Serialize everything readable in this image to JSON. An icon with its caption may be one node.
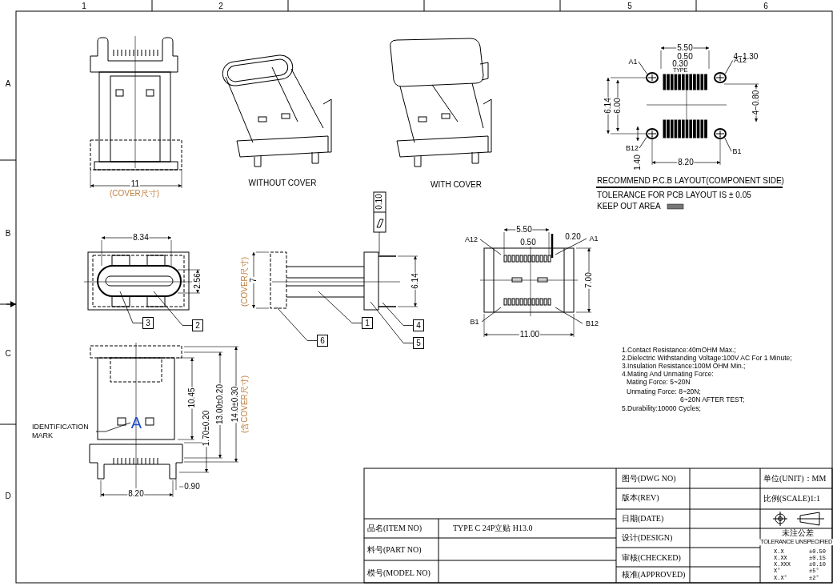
{
  "diagram": {
    "nodes": [
      {
        "text": [
          "3"
        ]
      },
      {
        "text": [
          "2"
        ]
      },
      {
        "text": [
          "1"
        ]
      },
      {
        "text": [
          "4"
        ]
      },
      {
        "text": [
          "5"
        ]
      },
      {
        "text": [
          "6"
        ]
      },
      {
        "text": [
          "IDENTIFICATION MARK"
        ]
      },
      {
        "text": [
          "A1"
        ]
      },
      {
        "text": [
          "A12"
        ]
      },
      {
        "text": [
          "B12"
        ]
      },
      {
        "text": [
          "B1"
        ]
      },
      {
        "text": [
          "A12"
        ]
      },
      {
        "text": [
          "A1"
        ]
      },
      {
        "text": [
          "B1"
        ]
      },
      {
        "text": [
          "B12"
        ]
      },
      {
        "text": [
          "A"
        ]
      },
      {
        "text": [],
        "shape": "circle"
      },
      {
        "text": [],
        "shape": "circle"
      },
      {
        "text": [],
        "shape": "circle"
      },
      {
        "text": [],
        "shape": "circle"
      }
    ],
    "edges": [
      {
        "from": 0,
        "to": null,
        "arrow": "none"
      },
      {
        "from": 1,
        "to": null,
        "arrow": "none"
      },
      {
        "from": 2,
        "to": null,
        "arrow": "none"
      },
      {
        "from": 3,
        "to": null,
        "arrow": "none"
      },
      {
        "from": 4,
        "to": null,
        "arrow": "none"
      },
      {
        "from": 5,
        "to": null,
        "arrow": "none"
      },
      {
        "from": 6,
        "to": 15,
        "arrow": "none"
      },
      {
        "from": 7,
        "to": 16,
        "arrow": "none"
      },
      {
        "from": 8,
        "to": 17,
        "arrow": "none"
      },
      {
        "from": 9,
        "to": 18,
        "arrow": "none"
      },
      {
        "from": 10,
        "to": 19,
        "arrow": "none"
      },
      {
        "from": 11,
        "to": null,
        "arrow": "none"
      },
      {
        "from": 12,
        "to": null,
        "arrow": "none"
      },
      {
        "from": 13,
        "to": null,
        "arrow": "none"
      },
      {
        "from": 14,
        "to": null,
        "arrow": "none"
      }
    ],
    "labels": [
      "1",
      "2",
      "5",
      "6",
      "A",
      "B",
      "C",
      "D",
      "11",
      "(COVER尺寸)",
      "WITHOUT COVER",
      "WITH COVER",
      "5.50",
      "0.50",
      "0.30",
      "TYPE",
      "4−1.30",
      "6.14",
      "6.00",
      "4−0.80",
      "1.40",
      "8.20",
      "RECOMMEND P.C.B LAYOUT(COMPONENT SIDE)",
      "TOLERANCE FOR PCB LAYOUT IS ± 0.05",
      "KEEP OUT AREA",
      "8.34",
      "2.56",
      "0.10",
      "(COVER尺寸)",
      "7",
      "6.14",
      "5.50",
      "0.50",
      "0.20",
      "7.00",
      "11.00",
      "1.Contact Resistance:40mOHM Max.;",
      "2.Dielectric Withstanding Voltage:100V AC For 1 Minute;",
      "3.Insulation Resistance:100M OHM Min.;",
      "4.Mating And Unmating Force:",
      "Mating Force: 5~20N",
      "Unmating Force: 8~20N;",
      "6~20N AFTER TEST;",
      "5.Durability:10000 Cycles;",
      "10.45",
      "1.70±0.20",
      "13.00±0.20",
      "14.0±0.30",
      "(含COVER尺寸)",
      "8.20",
      "0.90",
      "品名(ITEM NO)",
      "TYPE C 24P立贴 H13.0",
      "料号(PART NO)",
      "模号(MODEL NO)",
      "图号(DWG NO)",
      "版本(REV)",
      "日期(DATE)",
      "设计(DESIGN)",
      "审核(CHECKED)",
      "核准(APPROVED)",
      "单位(UNIT)：MM",
      "比例(SCALE)1:1",
      "未注公差",
      "TOLERANCE UNSPECIFIED",
      "X.X",
      "±0.50",
      "X.XX",
      "±0.15",
      "X.XXX",
      "±0.10",
      "X°",
      "±5°",
      "X.X°",
      "±2°"
    ]
  }
}
